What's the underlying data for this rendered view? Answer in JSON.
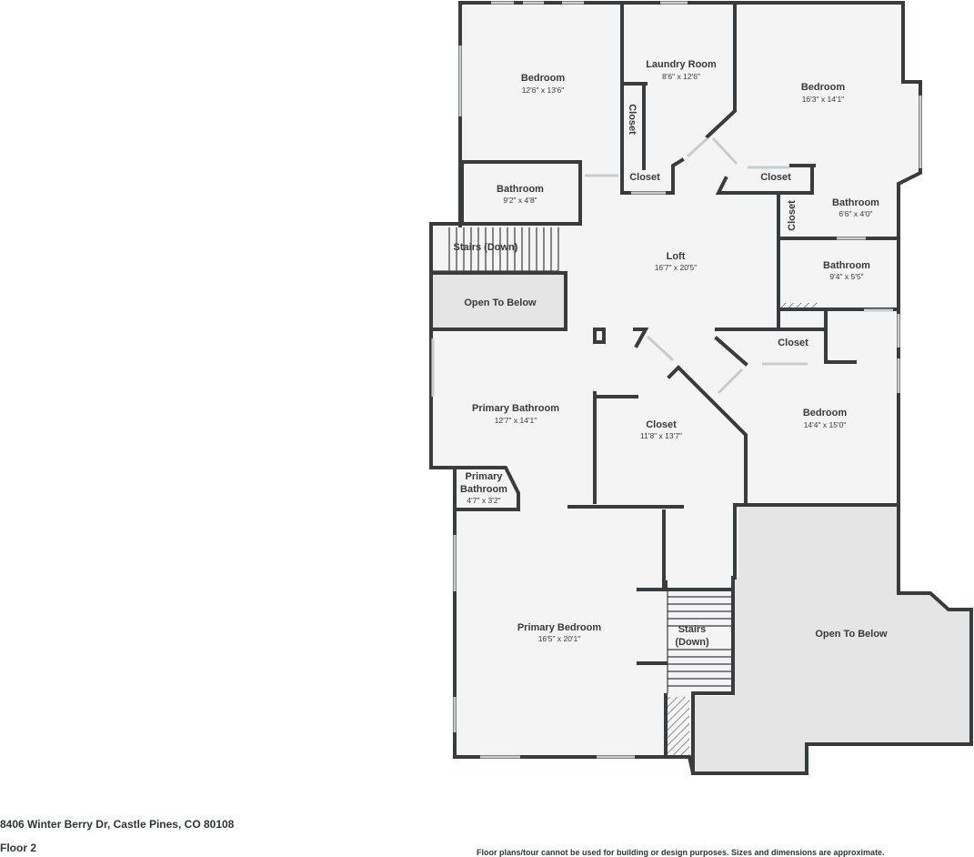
{
  "address": "8406 Winter Berry Dr, Castle Pines, CO 80108",
  "floor": "Floor 2",
  "disclaimer": "Floor plans/tour cannot be used for building or design purposes. Sizes and dimensions are approximate.",
  "colors": {
    "wall": "#3a3b3d",
    "room_fill": "#f4f4f4",
    "open_fill": "#e5e5e5",
    "window": "#c9cccf"
  },
  "rooms": {
    "bedroom_nw": {
      "name": "Bedroom",
      "dims": "12'6\" x 13'6\""
    },
    "laundry": {
      "name": "Laundry Room",
      "dims": "8'6\" x 12'6\""
    },
    "bedroom_ne": {
      "name": "Bedroom",
      "dims": "16'3\" x 14'1\""
    },
    "closet_vertical": {
      "name": "Closet"
    },
    "closet_laundry": {
      "name": "Closet"
    },
    "closet_ne": {
      "name": "Closet"
    },
    "closet_ne_vertical": {
      "name": "Closet"
    },
    "bathroom_nw": {
      "name": "Bathroom",
      "dims": "9'2\" x 4'8\""
    },
    "bathroom_ne": {
      "name": "Bathroom",
      "dims": "6'6\" x 4'0\""
    },
    "bathroom_e": {
      "name": "Bathroom",
      "dims": "9'4\" x 5'5\""
    },
    "stairs_top": {
      "name": "Stairs (Down)"
    },
    "open_below_top": {
      "name": "Open To Below"
    },
    "loft": {
      "name": "Loft",
      "dims": "16'7\" x 20'5\""
    },
    "closet_e": {
      "name": "Closet"
    },
    "bedroom_e": {
      "name": "Bedroom",
      "dims": "14'4\" x 15'0\""
    },
    "primary_bathroom": {
      "name": "Primary Bathroom",
      "dims": "12'7\" x 14'1\""
    },
    "primary_closet": {
      "name": "Closet",
      "dims": "11'8\" x 13'7\""
    },
    "primary_bathroom_small": {
      "name_line1": "Primary",
      "name_line2": "Bathroom",
      "dims": "4'7\" x 3'2\""
    },
    "primary_bedroom": {
      "name": "Primary Bedroom",
      "dims": "16'5\" x 20'1\""
    },
    "stairs_bottom": {
      "name_line1": "Stairs",
      "name_line2": "(Down)"
    },
    "open_below_bottom": {
      "name": "Open To Below"
    }
  }
}
